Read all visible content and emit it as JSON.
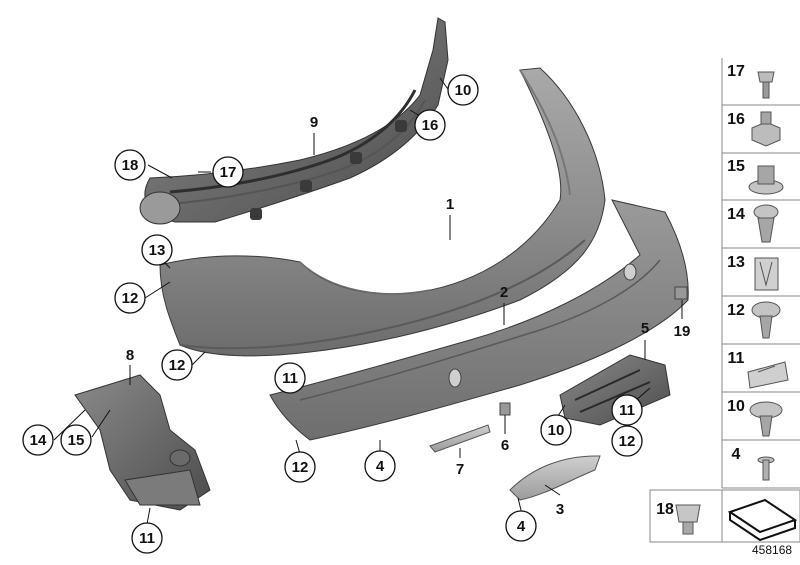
{
  "diagram": {
    "id_label": "458168",
    "callouts": [
      {
        "key": "c1",
        "label": "1"
      },
      {
        "key": "c2",
        "label": "2"
      },
      {
        "key": "c3",
        "label": "3"
      },
      {
        "key": "c4a",
        "label": "4"
      },
      {
        "key": "c4b",
        "label": "4"
      },
      {
        "key": "c5",
        "label": "5"
      },
      {
        "key": "c6",
        "label": "6"
      },
      {
        "key": "c7",
        "label": "7"
      },
      {
        "key": "c8",
        "label": "8"
      },
      {
        "key": "c9",
        "label": "9"
      },
      {
        "key": "c10a",
        "label": "10"
      },
      {
        "key": "c10b",
        "label": "10"
      },
      {
        "key": "c11a",
        "label": "11"
      },
      {
        "key": "c11b",
        "label": "11"
      },
      {
        "key": "c11c",
        "label": "11"
      },
      {
        "key": "c12a",
        "label": "12"
      },
      {
        "key": "c12b",
        "label": "12"
      },
      {
        "key": "c12c",
        "label": "12"
      },
      {
        "key": "c12d",
        "label": "12"
      },
      {
        "key": "c13",
        "label": "13"
      },
      {
        "key": "c14",
        "label": "14"
      },
      {
        "key": "c15",
        "label": "15"
      },
      {
        "key": "c16",
        "label": "16"
      },
      {
        "key": "c17",
        "label": "17"
      },
      {
        "key": "c18",
        "label": "18"
      },
      {
        "key": "c19",
        "label": "19"
      }
    ],
    "side_panel": [
      {
        "label": "17",
        "part": "screw"
      },
      {
        "label": "16",
        "part": "hex-nut"
      },
      {
        "label": "15",
        "part": "collar-nut"
      },
      {
        "label": "14",
        "part": "expanding-rivet"
      },
      {
        "label": "13",
        "part": "clip-nut"
      },
      {
        "label": "12",
        "part": "screw"
      },
      {
        "label": "11",
        "part": "spring-clip"
      },
      {
        "label": "10",
        "part": "collar-screw"
      },
      {
        "label": "4",
        "part": "pin"
      },
      {
        "label": "18",
        "part": "plastic-nut"
      }
    ]
  }
}
